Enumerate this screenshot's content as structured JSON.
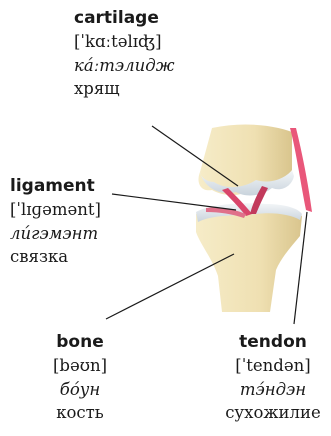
{
  "labels": {
    "cartilage": {
      "term": "cartilage",
      "ipa": "[ˈkɑːtəlɪʤ]",
      "transcription": "кáːтэлидж",
      "translation": "хрящ"
    },
    "ligament": {
      "term": "ligament",
      "ipa": "[ˈlɪɡəmənt]",
      "transcription": "лúгэмэнт",
      "translation": "связка"
    },
    "bone": {
      "term": "bone",
      "ipa": "[bəʊn]",
      "transcription": "бóун",
      "translation": "кость"
    },
    "tendon": {
      "term": "tendon",
      "ipa": "[ˈtendən]",
      "transcription": "тэ́ндэн",
      "translation": "сухожилие"
    }
  },
  "colors": {
    "bone": "#f2e6bd",
    "cartilage": "#dfe6ec",
    "ligament": "#d9466b",
    "tendon": "#e9577a",
    "line": "#1a1a1a"
  }
}
